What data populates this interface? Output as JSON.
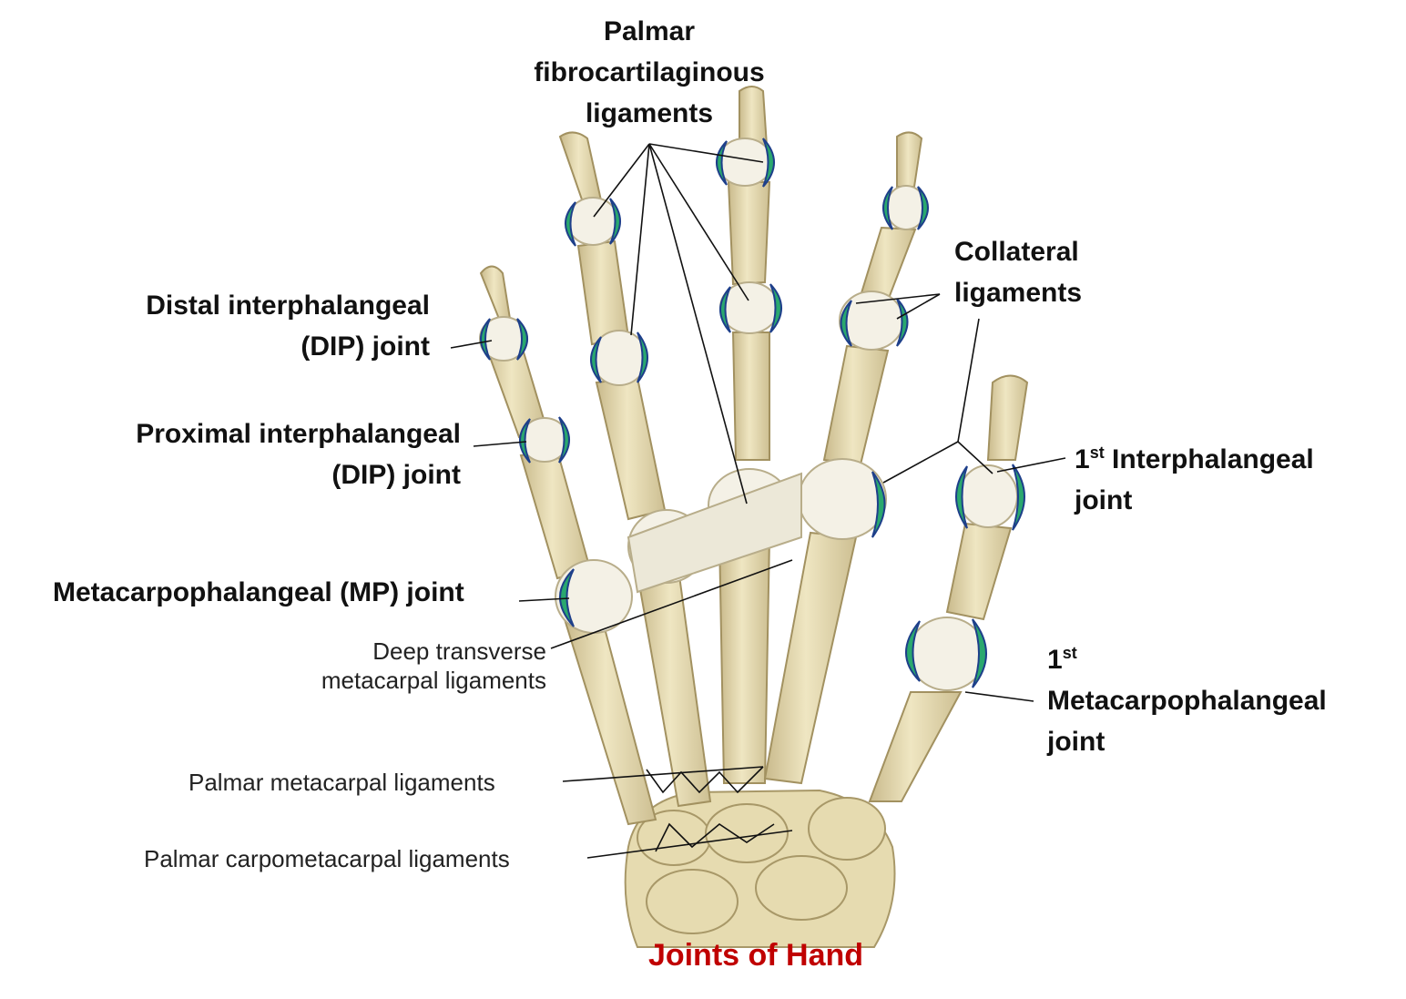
{
  "title": "Joints of Hand",
  "colors": {
    "bone": "#e9dfb6",
    "bone_shadow": "#c8b98a",
    "capsule": "#f2f0e6",
    "collateral": "#2aa86e",
    "collateral_edge": "#1e3f8a",
    "leader": "#111111",
    "title": "#c00000"
  },
  "labels": {
    "palmar_fibro": [
      "Palmar",
      "fibrocartilaginous",
      "ligaments"
    ],
    "collateral": [
      "Collateral",
      "ligaments"
    ],
    "dip": [
      "Distal interphalangeal",
      "(DIP) joint"
    ],
    "pip": [
      "Proximal interphalangeal",
      "(DIP) joint"
    ],
    "mp": "Metacarpophalangeal (MP) joint",
    "first_ip": {
      "num": "1",
      "sup": "st",
      "rest": " Interphalangeal",
      "line2": "joint"
    },
    "first_mp": {
      "num": "1",
      "sup": "st",
      "line2": "Metacarpophalangeal",
      "line3": "joint"
    },
    "deep_transverse": [
      "Deep transverse",
      "metacarpal ligaments"
    ],
    "palmar_metacarpal": "Palmar metacarpal ligaments",
    "palmar_carpometacarpal": "Palmar carpometacarpal ligaments"
  }
}
